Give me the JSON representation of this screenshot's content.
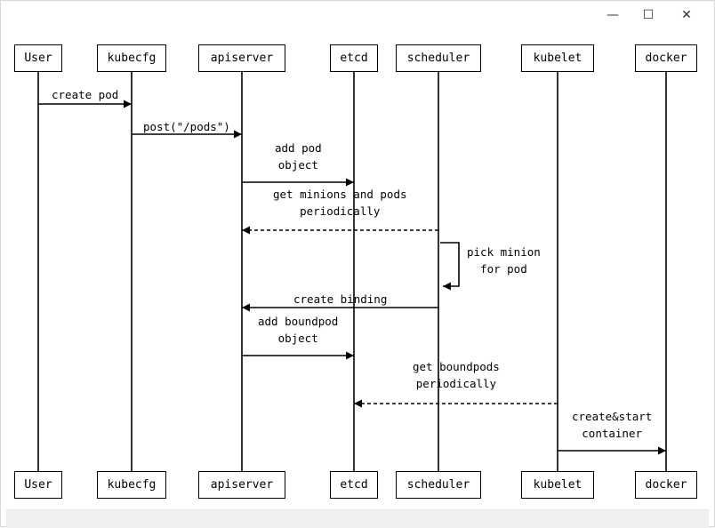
{
  "window": {
    "controls": {
      "minimize": "—",
      "maximize": "☐",
      "close": "✕"
    }
  },
  "diagram": {
    "participants": [
      "User",
      "kubecfg",
      "apiserver",
      "etcd",
      "scheduler",
      "kubelet",
      "docker"
    ],
    "messages": [
      {
        "from": 0,
        "to": 1,
        "style": "solid",
        "lines": [
          "create pod"
        ]
      },
      {
        "from": 1,
        "to": 2,
        "style": "solid",
        "lines": [
          "post(\"/pods\")"
        ]
      },
      {
        "from": 2,
        "to": 3,
        "style": "solid",
        "lines": [
          "add pod",
          "object"
        ]
      },
      {
        "from": 4,
        "to": 2,
        "style": "dashed",
        "lines": [
          "get minions and pods",
          "periodically"
        ]
      },
      {
        "from": 4,
        "to": 4,
        "style": "self",
        "lines": [
          "pick minion",
          "for pod"
        ]
      },
      {
        "from": 4,
        "to": 2,
        "style": "solid",
        "lines": [
          "create binding"
        ]
      },
      {
        "from": 2,
        "to": 3,
        "style": "solid",
        "lines": [
          "add boundpod",
          "object"
        ]
      },
      {
        "from": 5,
        "to": 3,
        "style": "dashed",
        "lines": [
          "get boundpods",
          "periodically"
        ]
      },
      {
        "from": 5,
        "to": 6,
        "style": "solid",
        "lines": [
          "create&start",
          "container"
        ]
      }
    ]
  }
}
